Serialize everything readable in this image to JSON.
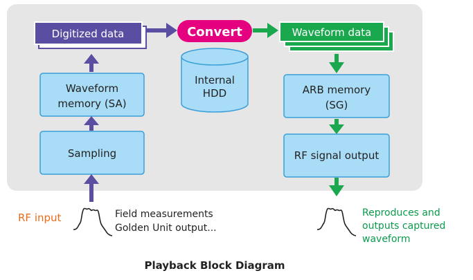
{
  "diagram": {
    "caption": "Playback Block Diagram",
    "digitized_data": "Digitized data",
    "convert": "Convert",
    "waveform_data": "Waveform data",
    "internal_hdd": [
      "Internal",
      "HDD"
    ],
    "waveform_memory": [
      "Waveform",
      "memory (SA)"
    ],
    "sampling": "Sampling",
    "arb_memory": [
      "ARB memory",
      "(SG)"
    ],
    "rf_signal_output": "RF signal output",
    "rf_input": "RF input",
    "field_notes": [
      "Field measurements",
      "Golden Unit output..."
    ],
    "reproduces": [
      "Reproduces and",
      "outputs captured",
      "waveform"
    ],
    "colors": {
      "panel": "#e6e6e6",
      "box_fill": "#a9dcf6",
      "box_stroke": "#3b9fd8",
      "purple": "#5a4ea2",
      "green": "#1aa84f",
      "magenta": "#e5007f",
      "orange": "#ee6b1b",
      "green_text": "#0a9b4c"
    }
  }
}
